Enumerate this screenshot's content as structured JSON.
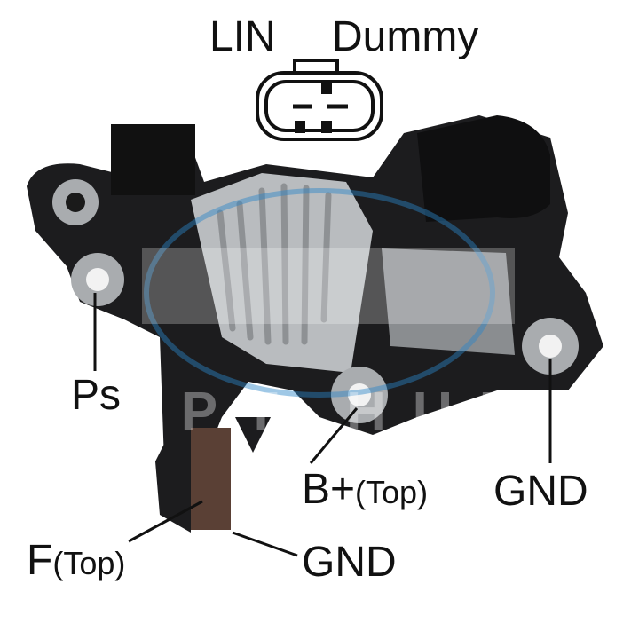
{
  "labels": {
    "lin": "LIN",
    "dummy": "Dummy",
    "ps": "Ps",
    "b_plus": "B+",
    "b_plus_note": "(Top)",
    "gnd_right": "GND",
    "f": "F",
    "f_note": "(Top)",
    "gnd_bottom": "GND"
  },
  "watermark": "OPT HUB",
  "colors": {
    "housing": "#1c1c1e",
    "heatsink": "#b9bcbf",
    "watermark_blue": "#2a86c8",
    "text": "#111111"
  }
}
